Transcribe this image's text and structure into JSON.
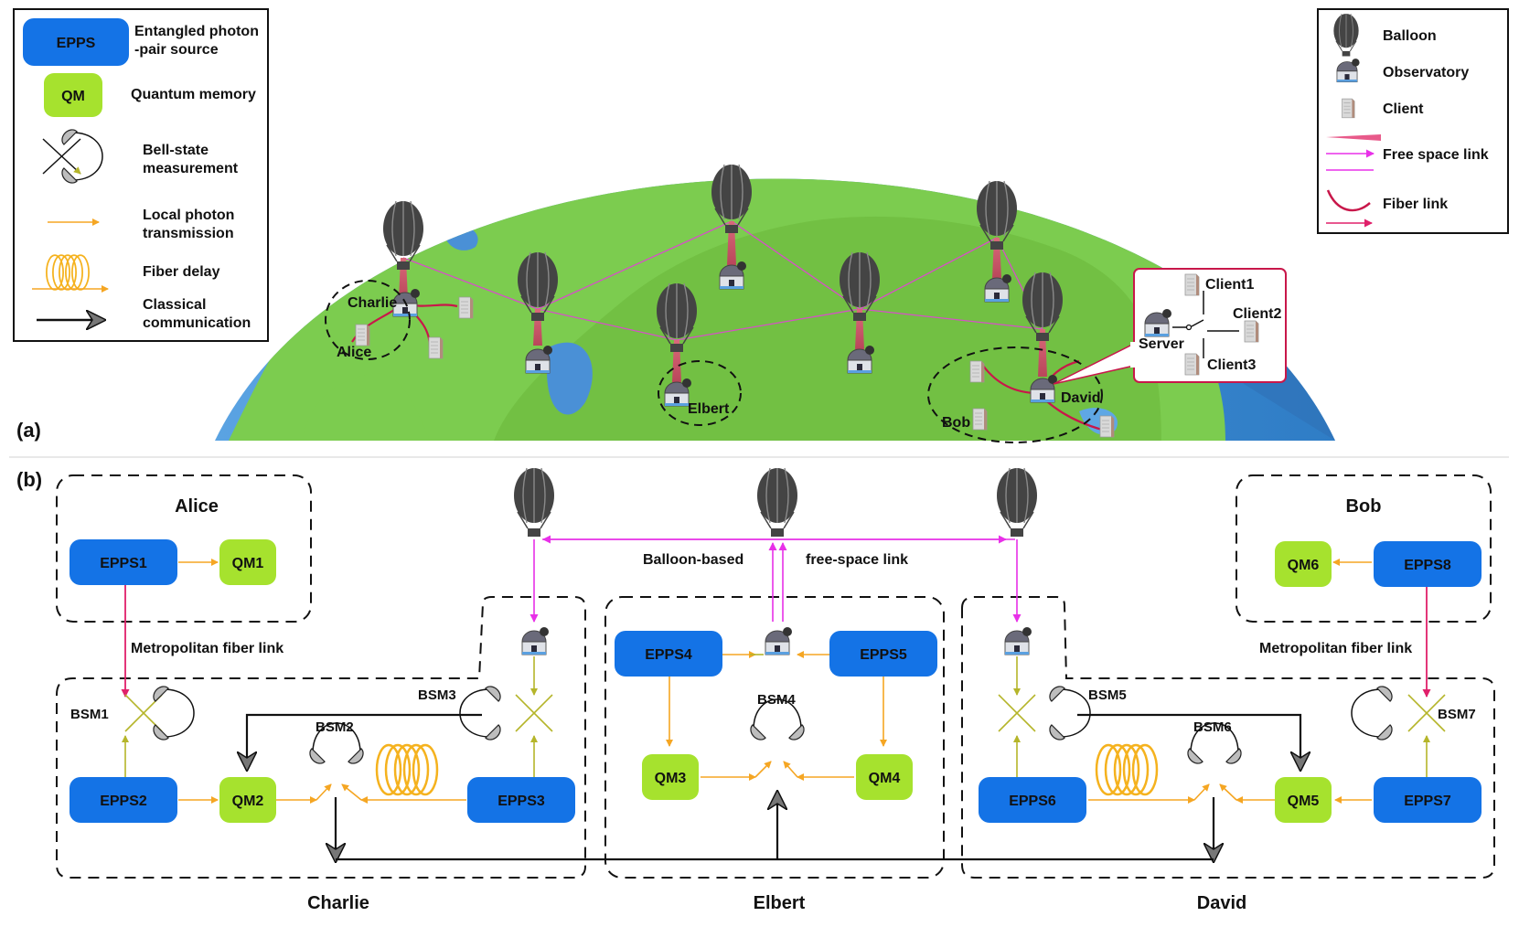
{
  "figure": {
    "panel_a_label": "(a)",
    "panel_b_label": "(b)"
  },
  "legend_left": {
    "epps_box": "EPPS",
    "epps_desc_1": "Entangled photon",
    "epps_desc_2": "-pair source",
    "qm_box": "QM",
    "qm_desc": "Quantum memory",
    "bsm_desc_1": "Bell-state",
    "bsm_desc_2": "measurement",
    "local_desc_1": "Local photon",
    "local_desc_2": "transmission",
    "delay_desc": "Fiber delay",
    "classical_desc_1": "Classical",
    "classical_desc_2": "communication"
  },
  "legend_right": {
    "balloon": "Balloon",
    "observatory": "Observatory",
    "client": "Client",
    "free_space": "Free space link",
    "fiber": "Fiber link"
  },
  "map": {
    "charlie": "Charlie",
    "alice": "Alice",
    "elbert": "Elbert",
    "david": "David",
    "bob": "Bob",
    "inset_client1": "Client1",
    "inset_client2": "Client2",
    "inset_client3": "Client3",
    "inset_server": "Server"
  },
  "network": {
    "alice_title": "Alice",
    "bob_title": "Bob",
    "charlie_title": "Charlie",
    "elbert_title": "Elbert",
    "david_title": "David",
    "balloon_link_1": "Balloon-based",
    "balloon_link_2": "free-space link",
    "metro_left": "Metropolitan fiber link",
    "metro_right": "Metropolitan fiber link",
    "epps1": "EPPS1",
    "epps2": "EPPS2",
    "epps3": "EPPS3",
    "epps4": "EPPS4",
    "epps5": "EPPS5",
    "epps6": "EPPS6",
    "epps7": "EPPS7",
    "epps8": "EPPS8",
    "qm1": "QM1",
    "qm2": "QM2",
    "qm3": "QM3",
    "qm4": "QM4",
    "qm5": "QM5",
    "qm6": "QM6",
    "bsm1": "BSM1",
    "bsm2": "BSM2",
    "bsm3": "BSM3",
    "bsm4": "BSM4",
    "bsm5": "BSM5",
    "bsm6": "BSM6",
    "bsm7": "BSM7"
  },
  "colors": {
    "epps_blue": "#1473e6",
    "qm_green": "#a6e22e",
    "free_space": "#e830e8",
    "fiber": "#c8174a",
    "local": "#f5a623",
    "bsm_arrow": "#b5b52a",
    "ocean": "#3f8fd6",
    "land": "#7ccc4f"
  }
}
